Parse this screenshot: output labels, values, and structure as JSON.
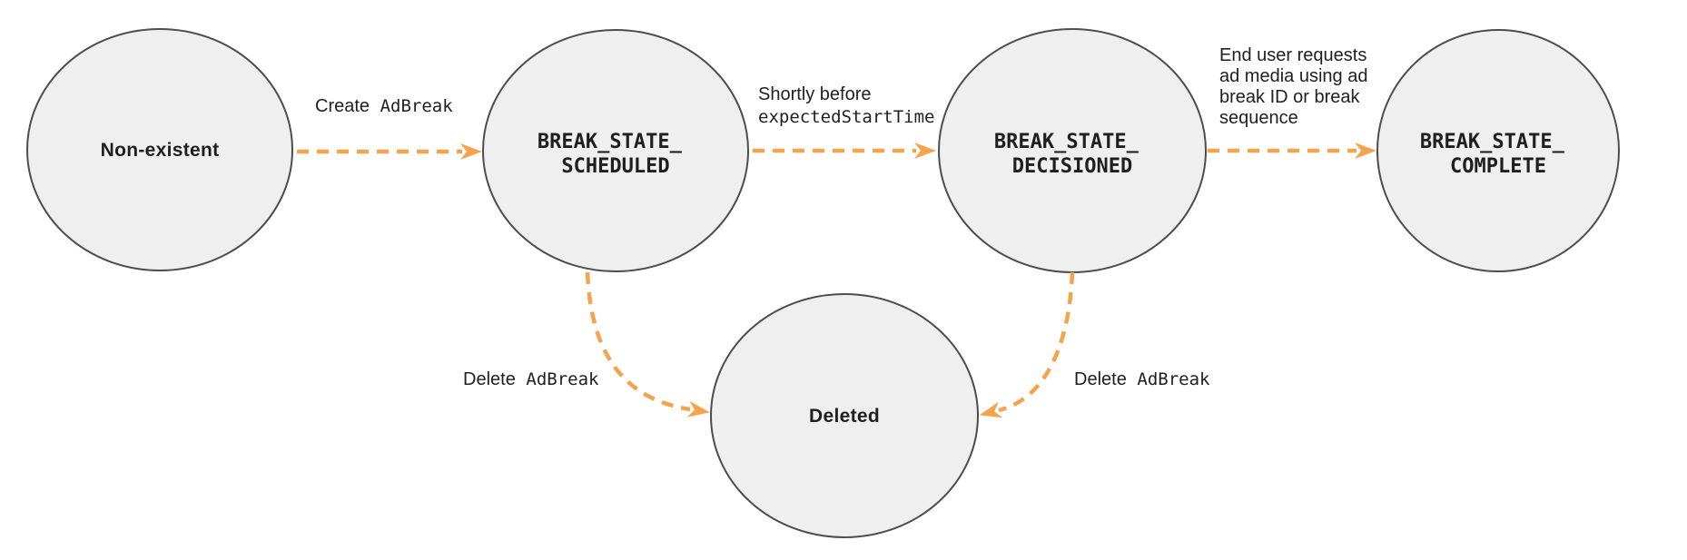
{
  "diagram": {
    "type": "state-diagram",
    "background": "#ffffff",
    "colors": {
      "node_fill": "#efefef",
      "node_border": "#4d4d4d",
      "arrow": "#f6a34d",
      "text": "#1f1f1f"
    },
    "states": [
      {
        "id": "non-existent",
        "label": "Non-existent"
      },
      {
        "id": "break-state-scheduled",
        "line1": "BREAK_STATE_",
        "line2": "SCHEDULED"
      },
      {
        "id": "break-state-decisioned",
        "line1": "BREAK_STATE_",
        "line2": "DECISIONED"
      },
      {
        "id": "break-state-complete",
        "line1": "BREAK_STATE_",
        "line2": "COMPLETE"
      },
      {
        "id": "deleted",
        "label": "Deleted"
      }
    ],
    "transitions": [
      {
        "from": "non-existent",
        "to": "break-state-scheduled",
        "label_plain": "Create",
        "label_code": "AdBreak"
      },
      {
        "from": "break-state-scheduled",
        "to": "break-state-decisioned",
        "label_plain": "Shortly before",
        "label_code": "expectedStartTime"
      },
      {
        "from": "break-state-decisioned",
        "to": "break-state-complete",
        "label_lines": [
          "End user requests",
          "ad media using ad",
          "break ID or break",
          "sequence"
        ]
      },
      {
        "from": "break-state-scheduled",
        "to": "deleted",
        "label_plain": "Delete",
        "label_code": "AdBreak"
      },
      {
        "from": "break-state-decisioned",
        "to": "deleted",
        "label_plain": "Delete",
        "label_code": "AdBreak"
      }
    ]
  }
}
